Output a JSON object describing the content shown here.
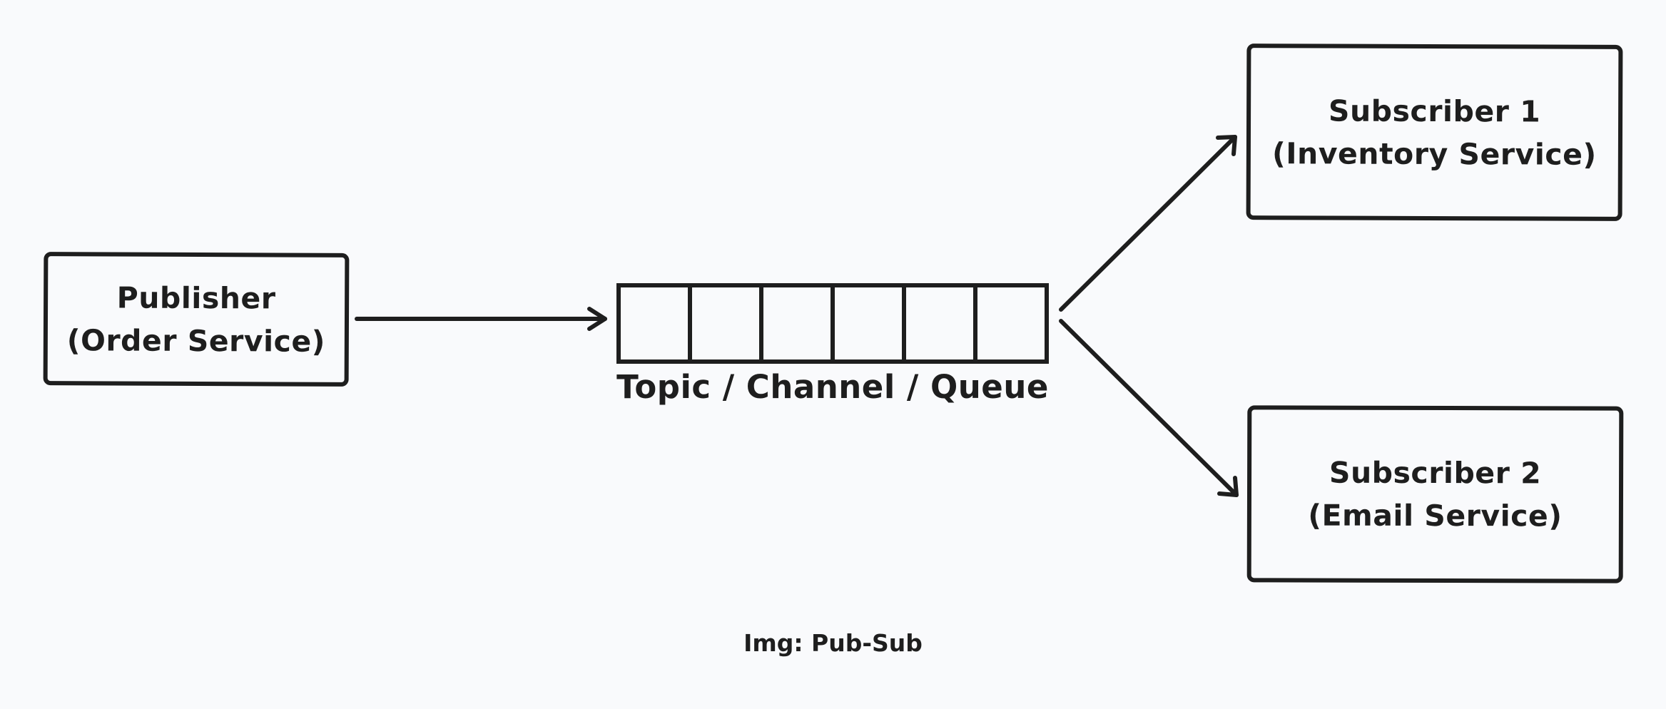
{
  "diagram": {
    "publisher": {
      "title": "Publisher",
      "subtitle": "(Order Service)"
    },
    "queue": {
      "label": "Topic / Channel / Queue",
      "cell_count": 6
    },
    "subscribers": [
      {
        "title": "Subscriber 1",
        "subtitle": "(Inventory Service)"
      },
      {
        "title": "Subscriber 2",
        "subtitle": "(Email Service)"
      }
    ],
    "caption": "Img: Pub-Sub",
    "colors": {
      "background": "#f9fafc",
      "stroke": "#1e1e1e",
      "text": "#1e1e1e"
    }
  }
}
